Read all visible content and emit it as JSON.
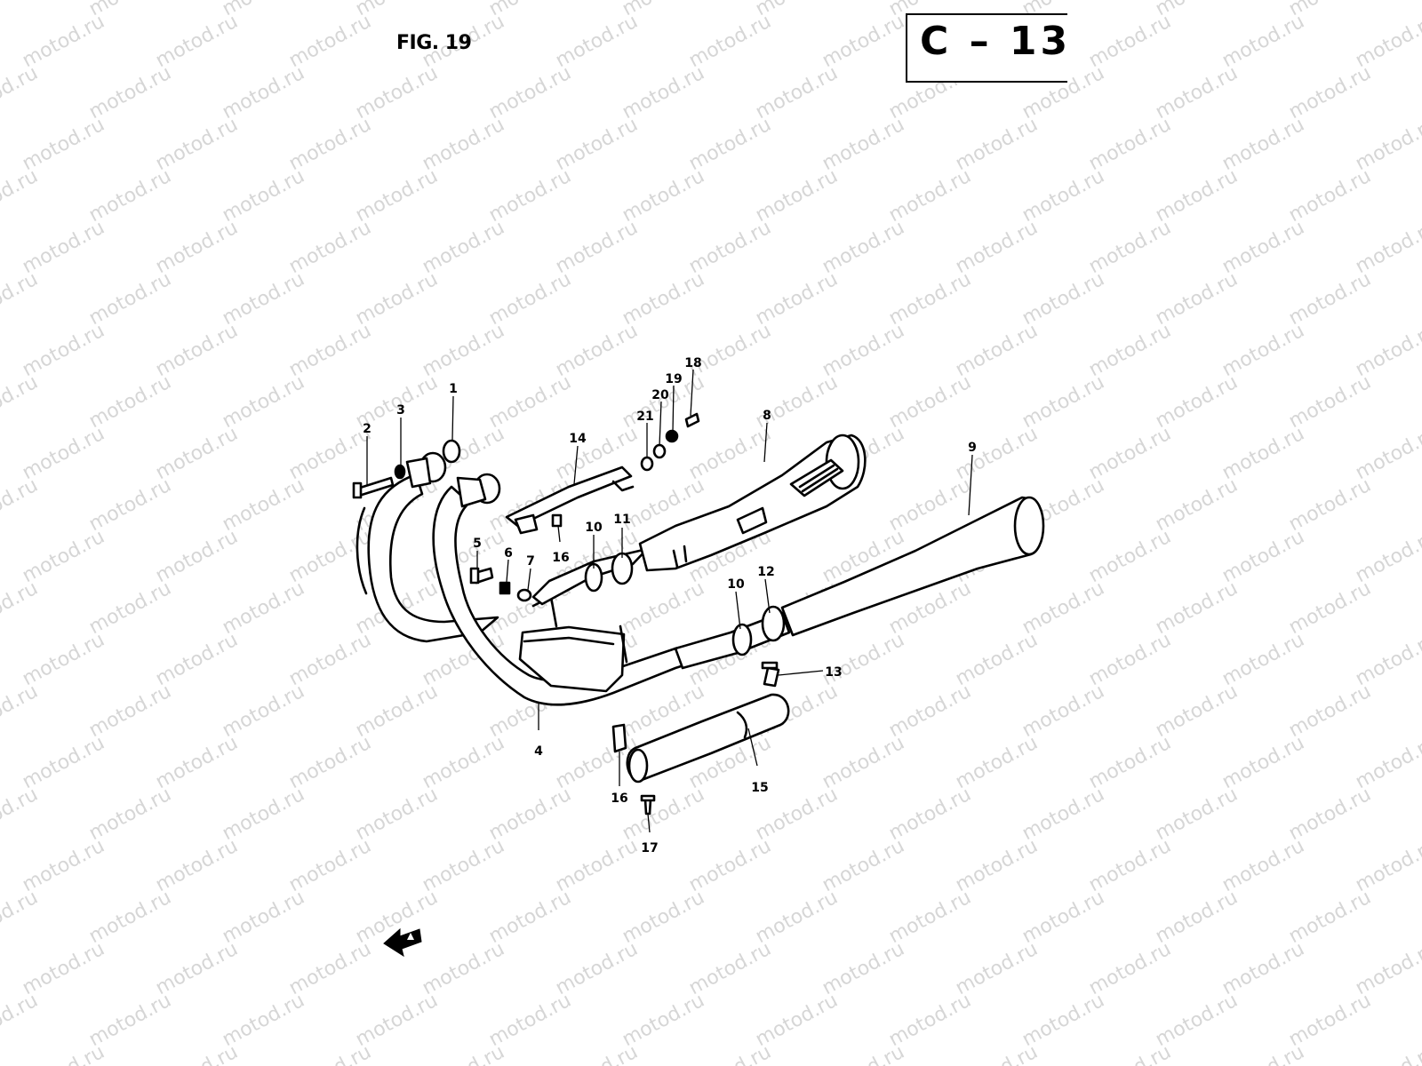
{
  "figure": {
    "title": "FIG. 19",
    "page_code": "C – 13"
  },
  "watermark": {
    "text": "motod.ru"
  },
  "callouts": {
    "c1": "1",
    "c2": "2",
    "c3": "3",
    "c4": "4",
    "c5": "5",
    "c6": "6",
    "c7": "7",
    "c8": "8",
    "c9": "9",
    "c10a": "10",
    "c10b": "10",
    "c11": "11",
    "c12": "12",
    "c13": "13",
    "c14": "14",
    "c15": "15",
    "c16a": "16",
    "c16b": "16",
    "c17": "17",
    "c18": "18",
    "c19": "19",
    "c20": "20",
    "c21": "21"
  },
  "icons": {
    "direction_arrow": "front-direction-arrow-icon"
  }
}
